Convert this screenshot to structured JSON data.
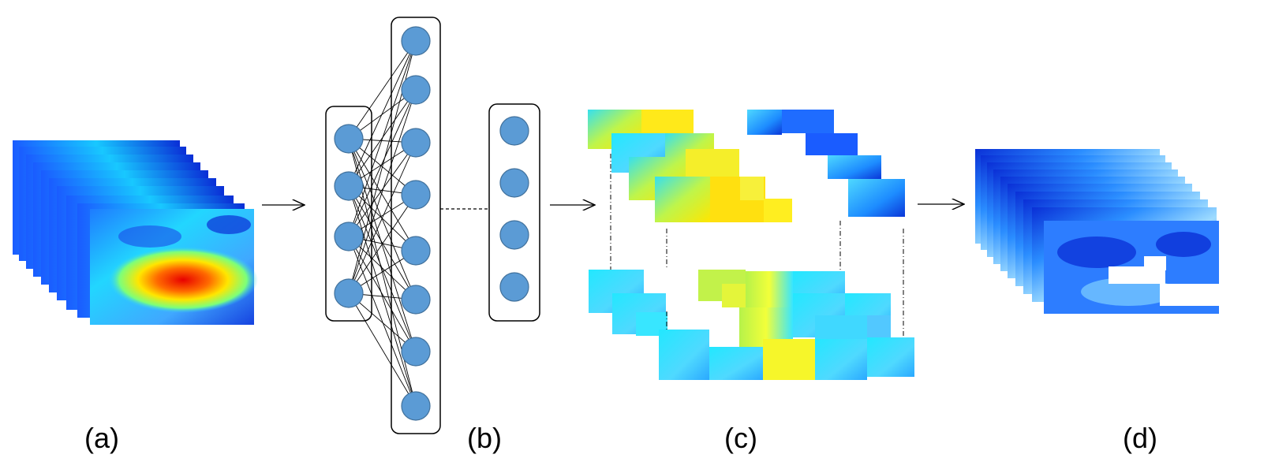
{
  "panels": [
    {
      "id": "a",
      "label": "(a)"
    },
    {
      "id": "b",
      "label": "(b)"
    },
    {
      "id": "c",
      "label": "(c)"
    },
    {
      "id": "d",
      "label": "(d)"
    }
  ],
  "network": {
    "input_nodes": 4,
    "hidden_nodes": 8,
    "output_nodes": 4,
    "node_fill": "#5b9bd5",
    "node_stroke": "#41719c"
  },
  "colors": {
    "jet_low": "#00008f",
    "jet_mid": "#00ffff",
    "jet_high": "#ff0000",
    "line": "#000000"
  }
}
